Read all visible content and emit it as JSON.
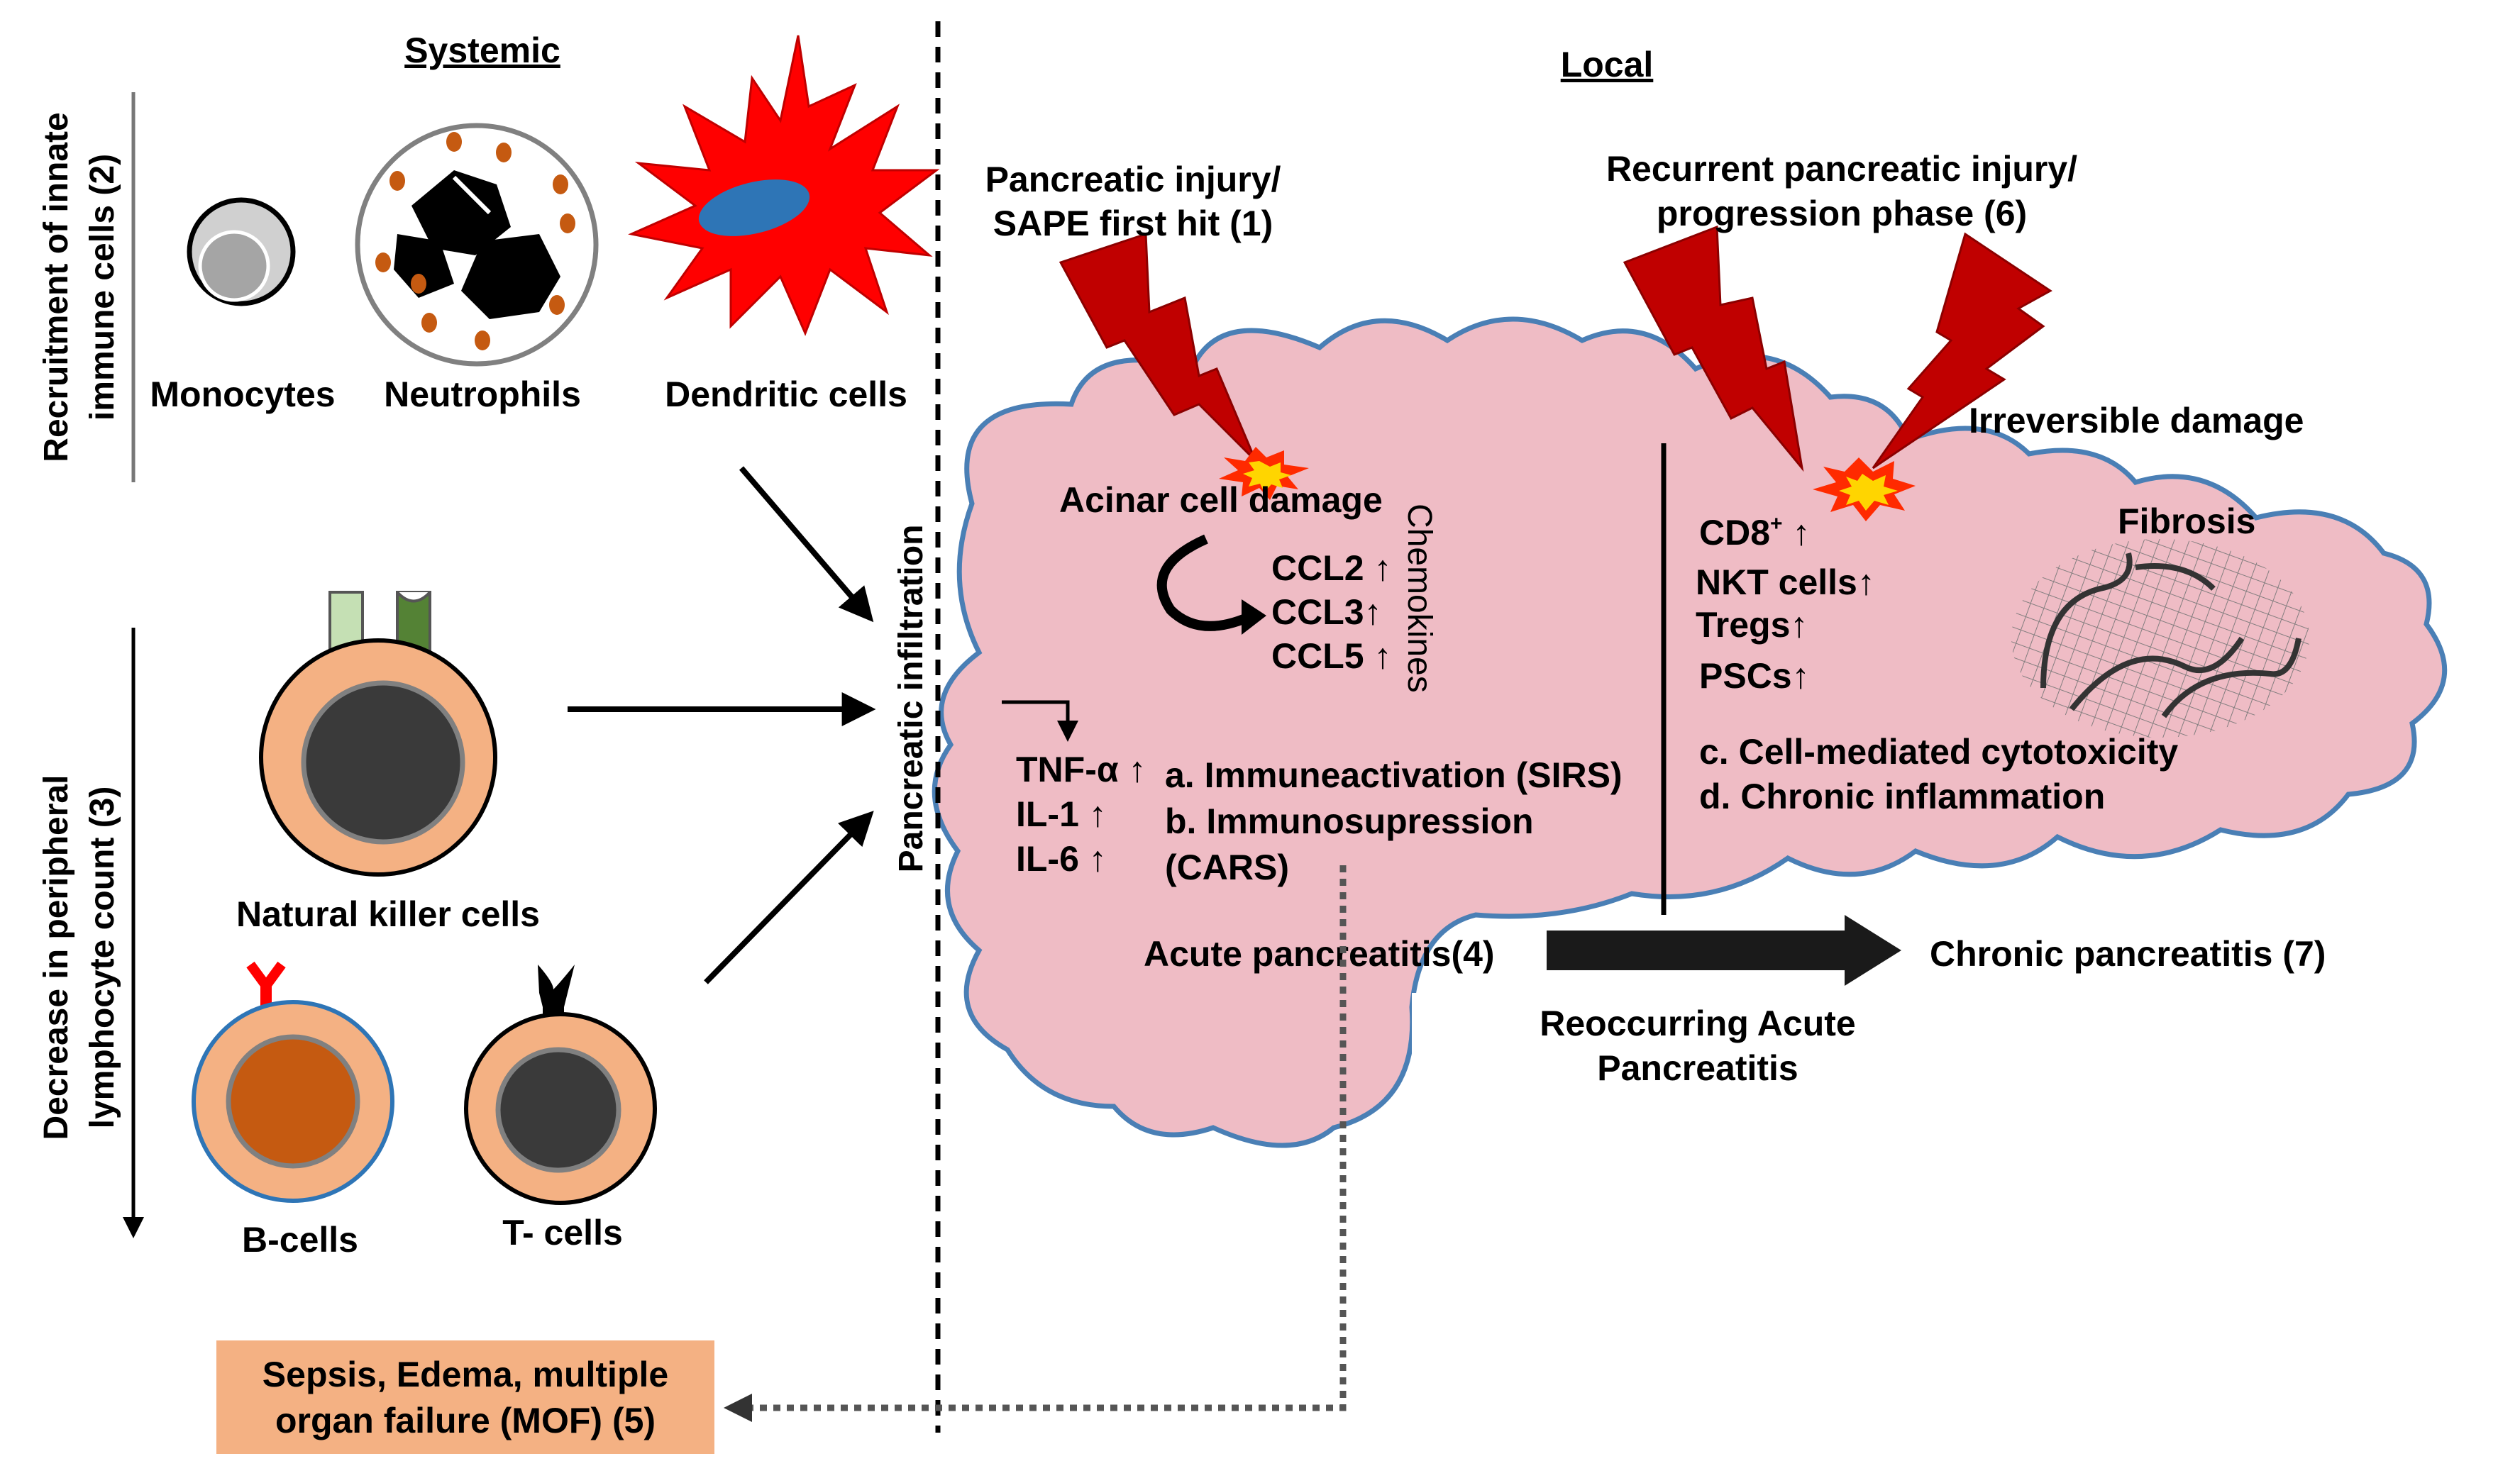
{
  "headers": {
    "systemic": "Systemic",
    "local": "Local"
  },
  "side_labels": {
    "innate_line1": "Recruitment of innate",
    "innate_line2": "immune cells (2)",
    "lymph_line1": "Decrease in peripheral",
    "lymph_line2": "lymphocyte count (3)",
    "infiltration": "Pancreatic infiltration",
    "chemokines": "Chemokines"
  },
  "cells": {
    "monocytes": "Monocytes",
    "neutrophils": "Neutrophils",
    "dendritic": "Dendritic cells",
    "nk": "Natural killer cells",
    "bcells": "B-cells",
    "tcells": "T- cells"
  },
  "injury": {
    "first_line1": "Pancreatic injury/",
    "first_line2": "SAPE first hit (1)",
    "recurrent_line1": "Recurrent pancreatic injury/",
    "recurrent_line2": "progression phase (6)",
    "irreversible": "Irreversible damage"
  },
  "acute": {
    "acinar": "Acinar  cell damage",
    "ccl2": "CCL2 ↑",
    "ccl3": "CCL3↑",
    "ccl5": "CCL5 ↑",
    "tnf": "TNF-α ↑",
    "il1": "IL-1 ↑",
    "il6": "IL-6 ↑",
    "effect_a": "a. Immuneactivation  (SIRS)",
    "effect_b": "b. Immunosupression",
    "effect_b2": "(CARS)",
    "label": "Acute pancreatitis(4)"
  },
  "chronic": {
    "cd8": "CD8",
    "cd8_sup": "+",
    "cd8_arrow": " ↑",
    "nkt": "NKT cells↑",
    "tregs": "Tregs↑",
    "pscs": "PSCs↑",
    "fibrosis": "Fibrosis",
    "effect_c": "c. Cell-mediated  cytotoxicity",
    "effect_d": "d. Chronic inflammation",
    "label": "Chronic pancreatitis (7)",
    "reoccurring_line1": "Reoccurring Acute",
    "reoccurring_line2": "Pancreatitis"
  },
  "outcome": {
    "line1": "Sepsis, Edema, multiple",
    "line2": "organ failure (MOF) (5)"
  },
  "colors": {
    "pancreas_fill": "#efbcc5",
    "pancreas_stroke": "#4a7fb5",
    "lightning": "#c00000",
    "burst_outer": "#ff2a00",
    "burst_inner": "#ffd500",
    "cell_body": "#f4b183",
    "nucleus": "#3a3a3a",
    "bcell_nucleus": "#c55a11",
    "dendritic_red": "#ff0000",
    "dendritic_nucleus": "#2e75b6",
    "outcome_box": "#f4b183"
  }
}
